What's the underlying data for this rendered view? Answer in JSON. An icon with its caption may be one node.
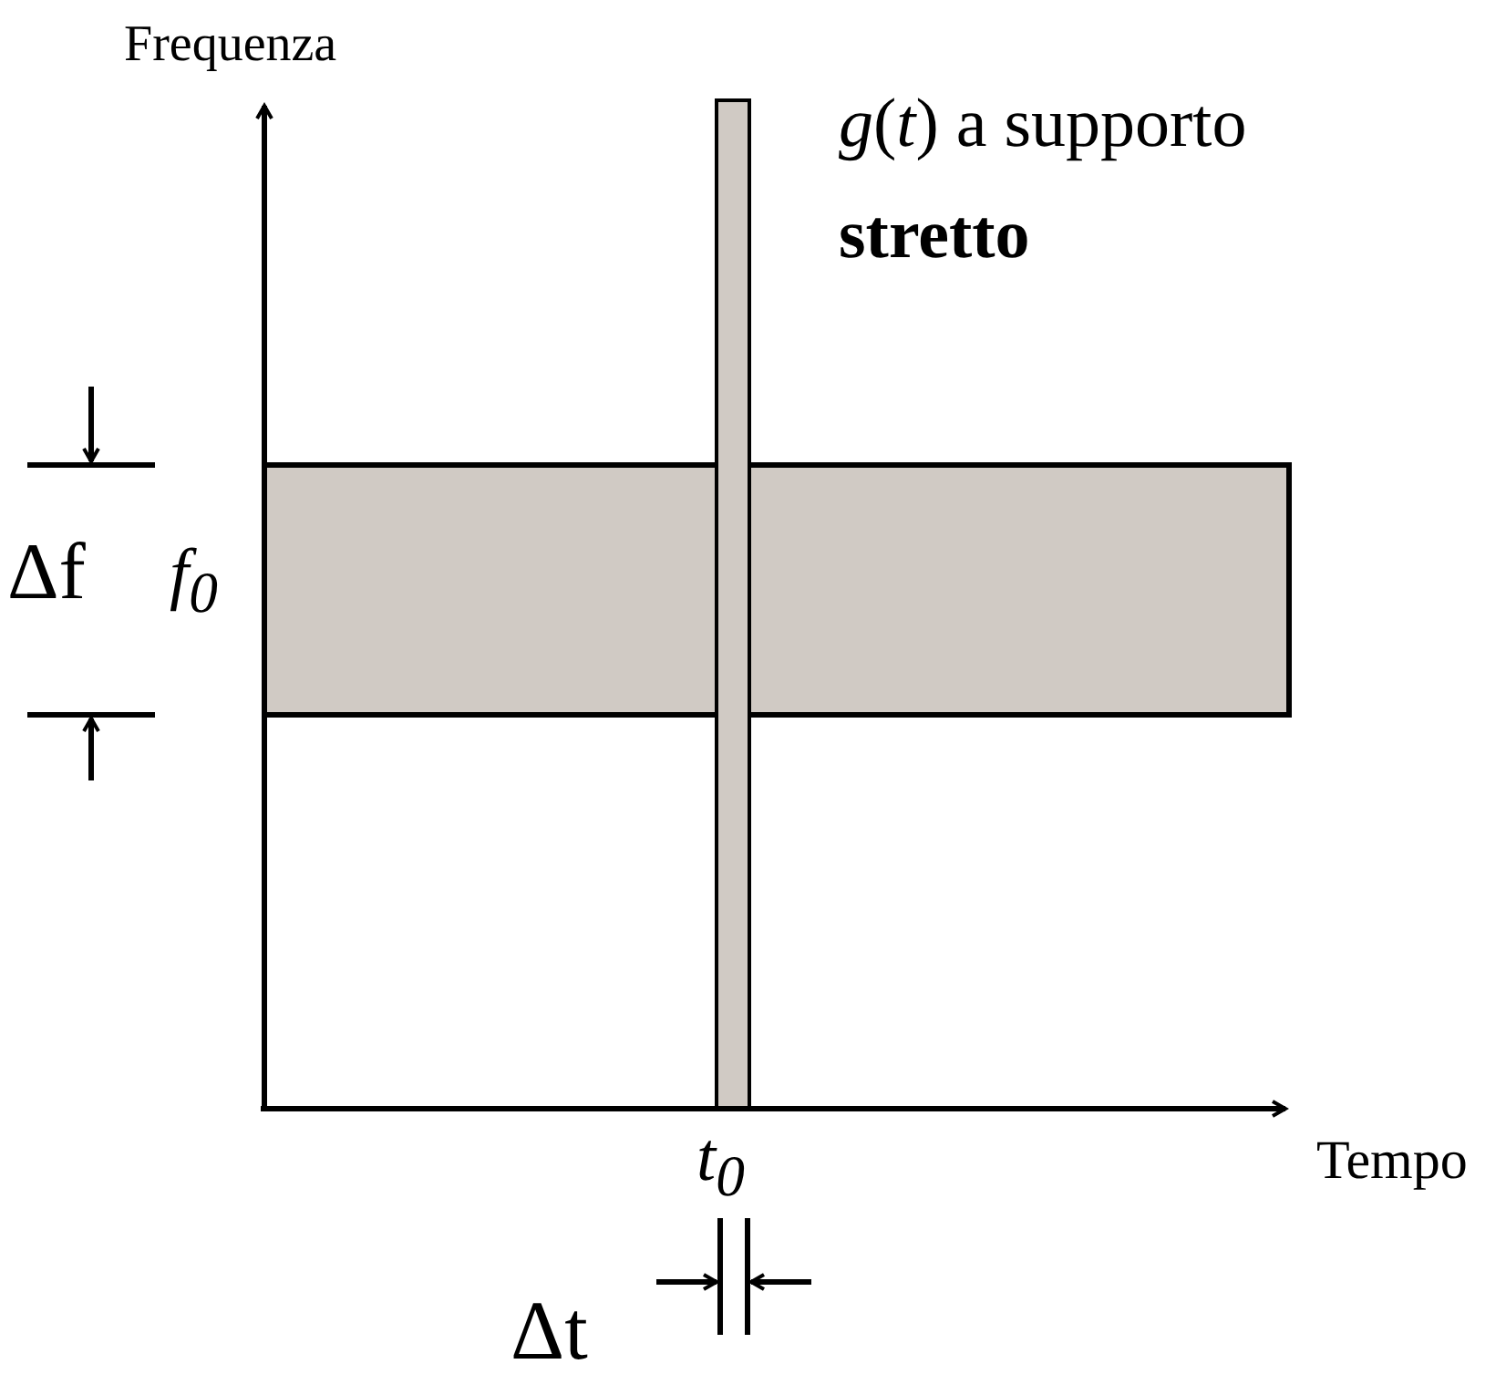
{
  "diagram": {
    "labels": [
      "Frequenza",
      "*g*(*t*) a supporto **stretto**",
      "Δf",
      "f$_{0}$",
      "t$_{0}$",
      "Tempo",
      "Δt"
    ]
  }
}
